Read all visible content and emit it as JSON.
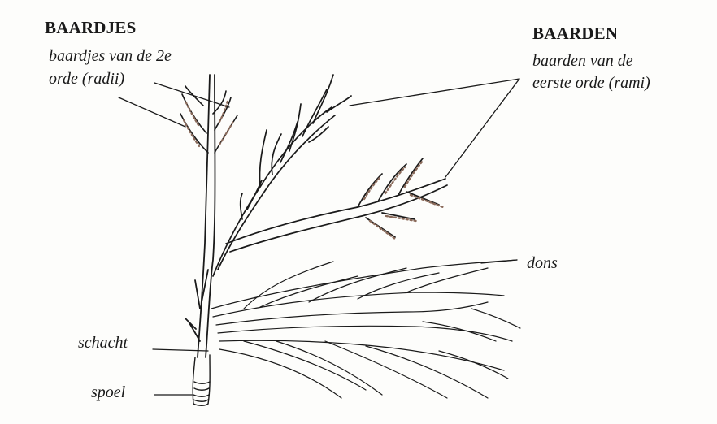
{
  "labels": {
    "baardjes_title": "BAARDJES",
    "baardjes_line1": "baardjes van de 2e",
    "baardjes_line2": "orde (radii)",
    "baarden_title": "BAARDEN",
    "baarden_line1": "baarden van de",
    "baarden_line2": "eerste orde (rami)",
    "dons": "dons",
    "schacht": "schacht",
    "spoel": "spoel"
  },
  "colors": {
    "ink": "#1a1a1a",
    "background": "#fdfdfb",
    "stipple": "#8a6a5a"
  }
}
